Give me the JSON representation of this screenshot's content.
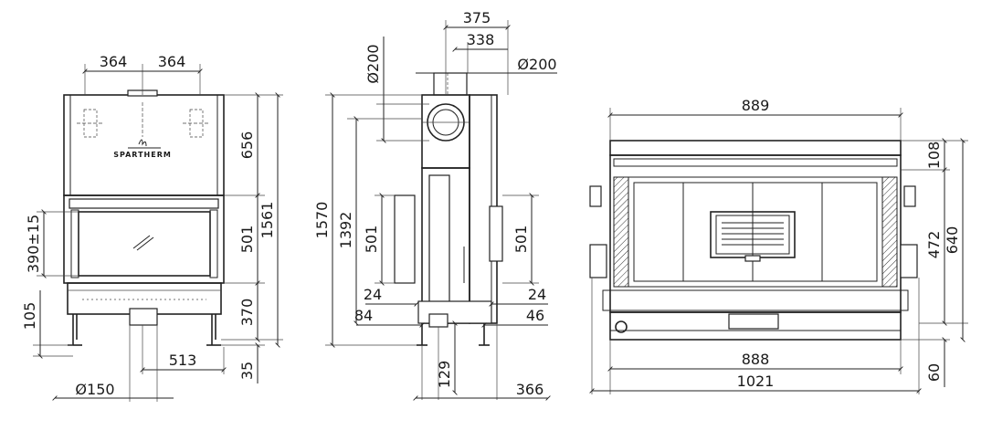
{
  "front_view": {
    "brand_label": "SPARTHERM",
    "dims": {
      "top_left_364": "364",
      "top_right_364": "364",
      "right_656": "656",
      "right_501": "501",
      "right_370": "370",
      "right_1561": "1561",
      "right_35": "35",
      "left_390": "390±15",
      "left_105": "105",
      "bottom_513": "513",
      "bottom_dia150": "Ø150"
    }
  },
  "side_view": {
    "dims": {
      "top_375": "375",
      "top_338": "338",
      "top_dia200_v": "Ø200",
      "top_dia200_h": "Ø200",
      "left_1570": "1570",
      "left_1392": "1392",
      "left_501": "501",
      "left_24": "24",
      "left_84": "84",
      "right_501": "501",
      "right_24": "24",
      "right_46": "46",
      "bottom_129": "129",
      "bottom_366": "366"
    }
  },
  "top_view": {
    "dims": {
      "top_889": "889",
      "bottom_888": "888",
      "bottom_1021": "1021",
      "right_108": "108",
      "right_472": "472",
      "right_640": "640",
      "right_60": "60"
    }
  }
}
